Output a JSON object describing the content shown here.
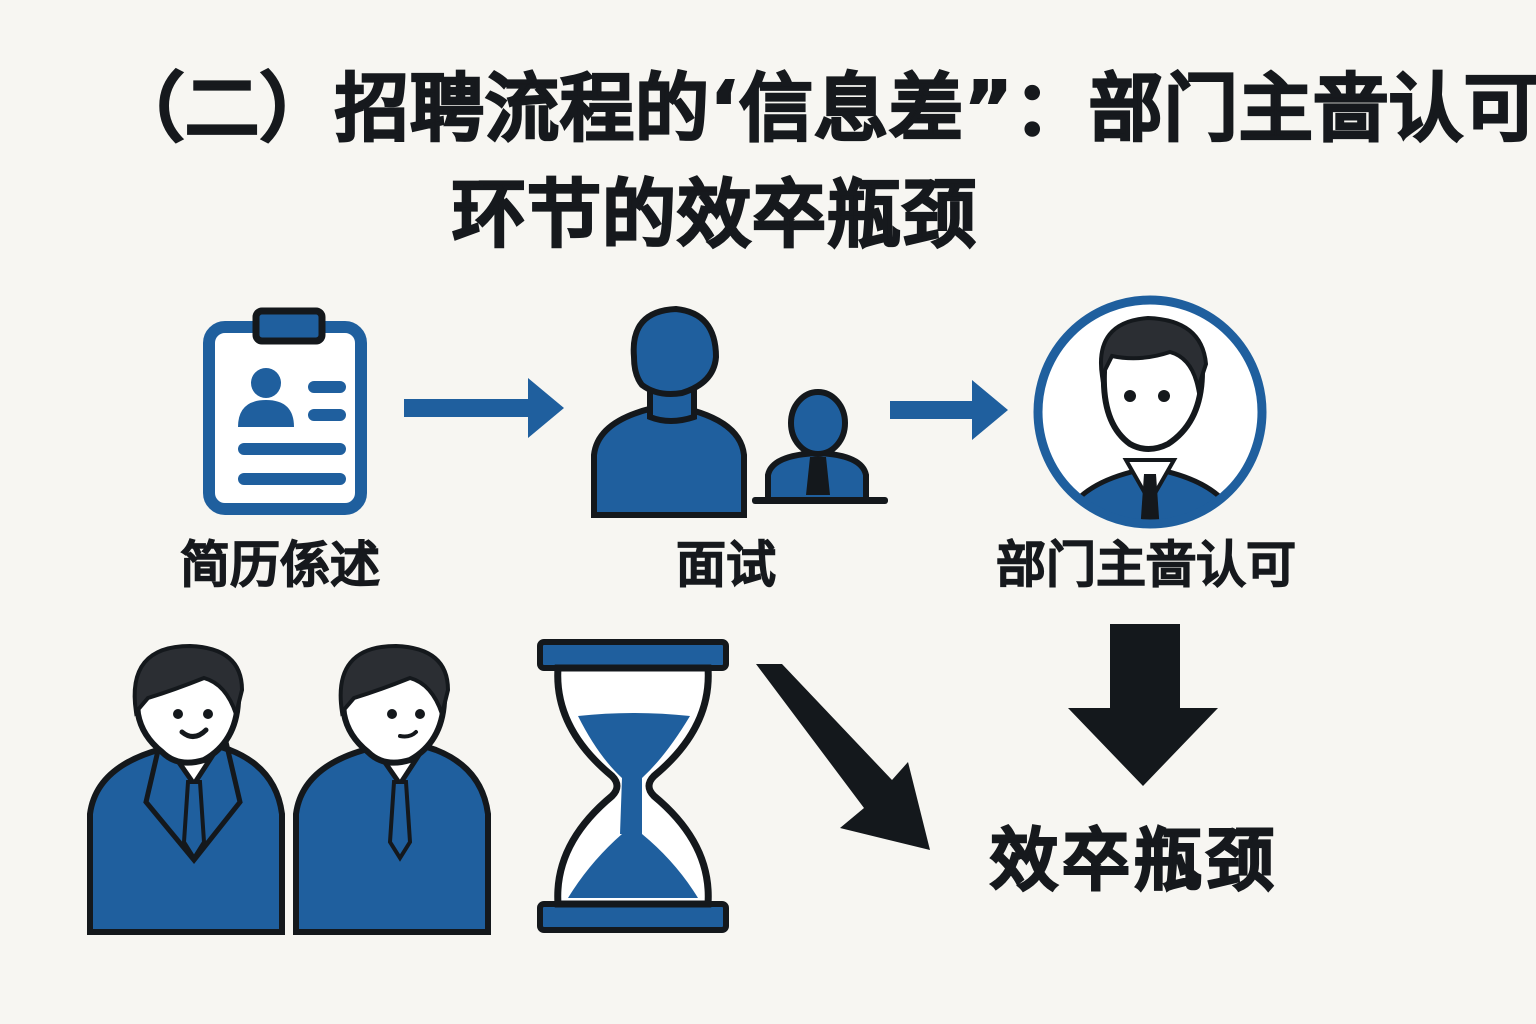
{
  "title": {
    "line1": "（二）招聘流程的‘信息差”：部门主啬认可",
    "line2": "环节的效卒瓶颈"
  },
  "flow": {
    "steps": [
      {
        "label": "简历係述",
        "icon": "resume-clipboard-icon"
      },
      {
        "label": "面试",
        "icon": "interview-people-icon"
      },
      {
        "label": "部门主啬认可",
        "icon": "manager-avatar-icon"
      }
    ],
    "arrows": [
      "arrow-right-icon",
      "arrow-right-icon"
    ]
  },
  "bottom": {
    "icons": [
      "two-candidates-icon",
      "hourglass-icon",
      "arrow-diagonal-down-icon",
      "arrow-down-icon"
    ],
    "result_label": "效卒瓶颈"
  },
  "colors": {
    "background": "#f7f6f2",
    "accent_blue": "#1f5f9e",
    "outline": "#14181c",
    "hair": "#2b2e33"
  }
}
